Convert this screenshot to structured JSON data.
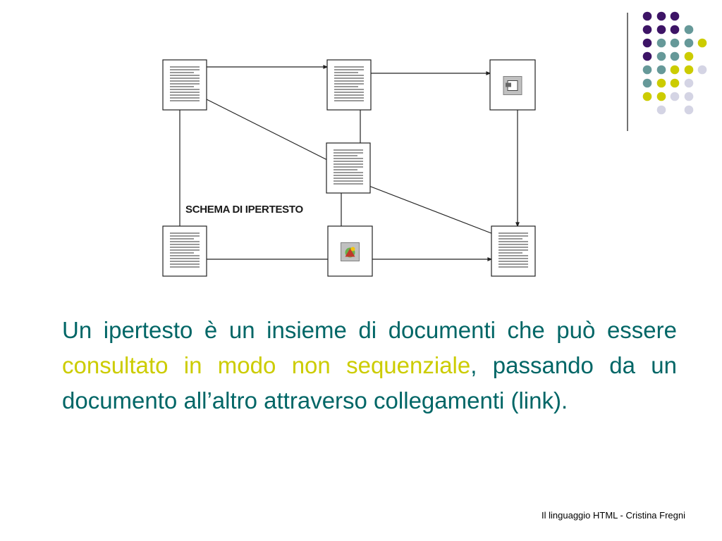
{
  "slide": {
    "schema_label": "SCHEMA DI IPERTESTO",
    "paragraph": {
      "part1": "Un ipertesto è un insieme di documenti che può essere",
      "highlight1": "consultato in modo non sequenziale",
      "part2": ", passando da un documento all’altro attraverso collegamenti (link)."
    },
    "footer": "Il linguaggio HTML - Cristina Fregni"
  },
  "colors": {
    "text": "#006666",
    "highlight": "#cccc00",
    "purple": "#3d1466",
    "teal": "#669999",
    "yellow": "#cccc00",
    "lavender": "#d4d4e4"
  },
  "diagram": {
    "nodes": [
      {
        "id": "doc-top-left",
        "kind": "document"
      },
      {
        "id": "doc-top-center",
        "kind": "document"
      },
      {
        "id": "media-top-right",
        "kind": "media-icon"
      },
      {
        "id": "doc-middle",
        "kind": "document"
      },
      {
        "id": "doc-bottom-left",
        "kind": "document"
      },
      {
        "id": "media-bottom-center",
        "kind": "image-icon"
      },
      {
        "id": "doc-bottom-right",
        "kind": "document"
      }
    ],
    "links": [
      [
        "doc-top-left",
        "doc-top-center"
      ],
      [
        "doc-top-center",
        "media-top-right"
      ],
      [
        "doc-top-left",
        "doc-bottom-left"
      ],
      [
        "doc-top-center",
        "doc-middle"
      ],
      [
        "media-top-right",
        "doc-bottom-right"
      ],
      [
        "doc-top-left",
        "doc-middle"
      ],
      [
        "doc-middle",
        "doc-bottom-right"
      ],
      [
        "doc-middle",
        "media-bottom-center"
      ],
      [
        "doc-bottom-left",
        "media-bottom-center"
      ],
      [
        "media-bottom-center",
        "doc-bottom-right"
      ]
    ]
  }
}
